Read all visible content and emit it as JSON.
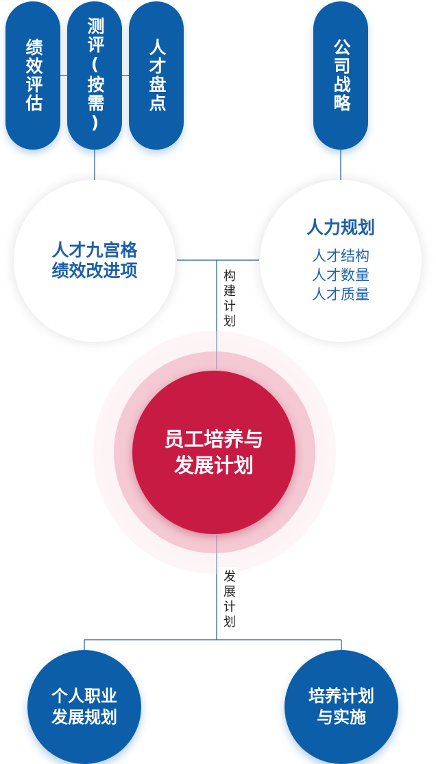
{
  "top_pills": [
    {
      "label": "绩效评估"
    },
    {
      "label": "测评(按需)"
    },
    {
      "label": "人才盘点"
    },
    {
      "label": "公司战略"
    }
  ],
  "left_circle": {
    "title": "人才九宫格\n绩效改进项"
  },
  "right_circle": {
    "title": "人力规划",
    "items": [
      "人才结构",
      "人才数量",
      "人才质量"
    ]
  },
  "upper_connector_label": "构建计划",
  "center": {
    "title": "员工培养与\n发展计划"
  },
  "lower_connector_label": "发展计划",
  "bottom_circles": [
    {
      "label": "个人职业\n发展规划"
    },
    {
      "label": "培养计划\n与实施"
    }
  ],
  "colors": {
    "primary_blue": "#0c5ea8",
    "center_red": "#c81b44",
    "line": "#1e5a9a"
  }
}
